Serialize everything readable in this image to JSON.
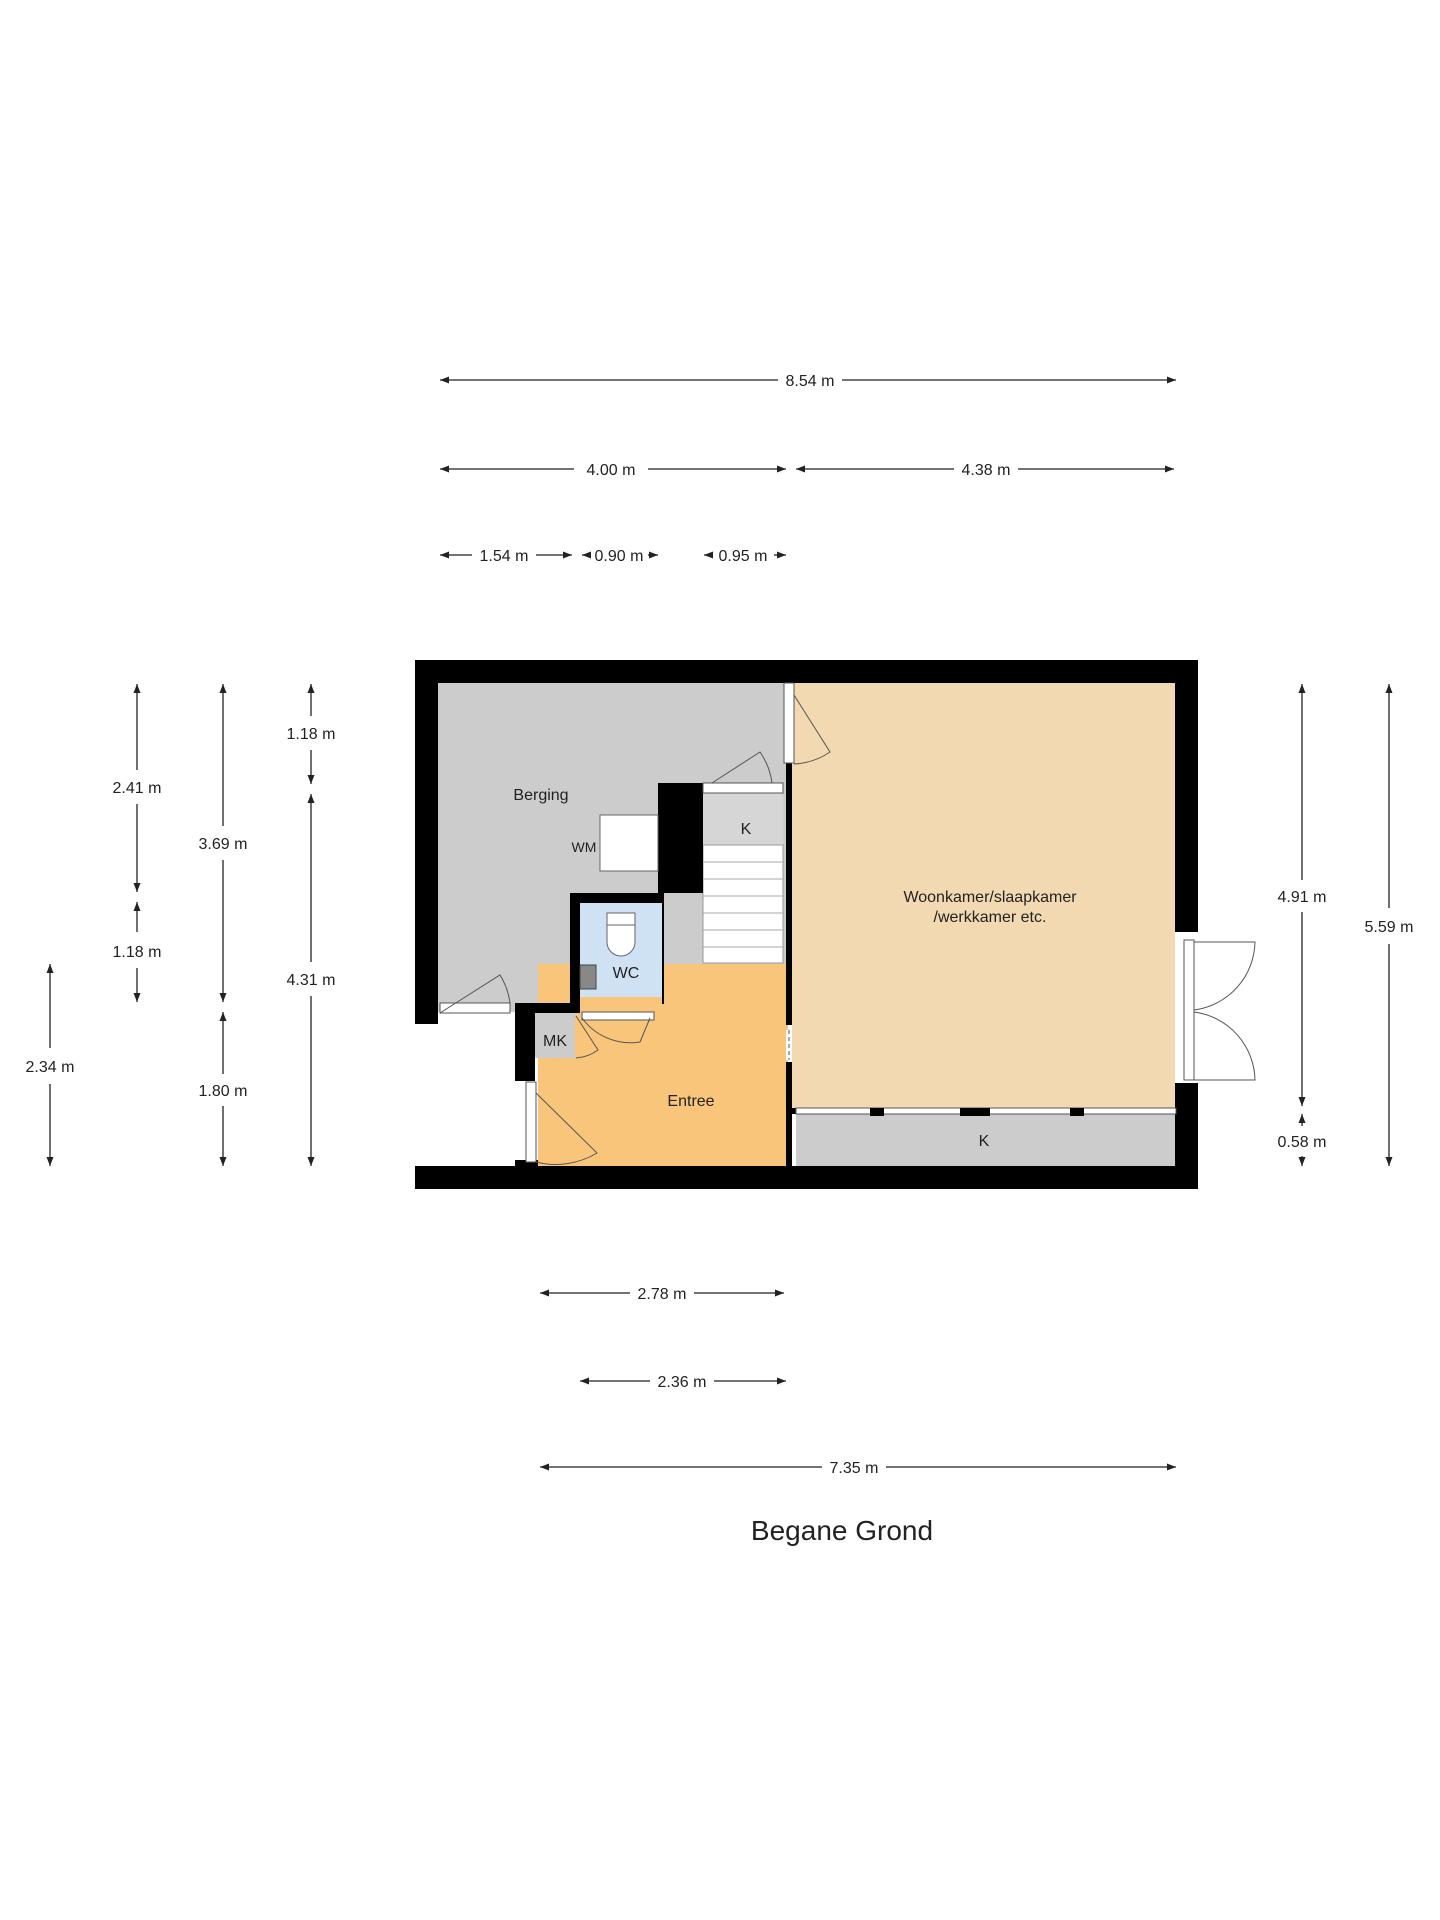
{
  "title": "Begane Grond",
  "colors": {
    "wall": "#000000",
    "berging": "#cccccc",
    "woonkamer": "#f2d9b2",
    "entree": "#f9c57a",
    "wc": "#cfe2f3",
    "k": "#cccccc",
    "mk": "#cccccc"
  },
  "rooms": {
    "berging": "Berging",
    "wm": "WM",
    "k_stair": "K",
    "wc": "WC",
    "mk": "MK",
    "entree": "Entree",
    "woonkamer_line1": "Woonkamer/slaapkamer",
    "woonkamer_line2": "/werkkamer etc.",
    "k_bottom": "K"
  },
  "dimensions": {
    "top_total": "8.54 m",
    "top_left": "4.00 m",
    "top_right": "4.38 m",
    "top_a": "1.54 m",
    "top_b": "0.90 m",
    "top_c": "0.95 m",
    "left_a": "2.41 m",
    "left_b": "1.18 m",
    "left_c": "3.69 m",
    "left_d": "1.80 m",
    "left_e": "1.18 m",
    "left_f": "4.31 m",
    "left_g": "2.34 m",
    "right_a": "4.91 m",
    "right_b": "0.58 m",
    "right_c": "5.59 m",
    "bottom_a": "2.78 m",
    "bottom_b": "2.36 m",
    "bottom_c": "7.35 m"
  }
}
